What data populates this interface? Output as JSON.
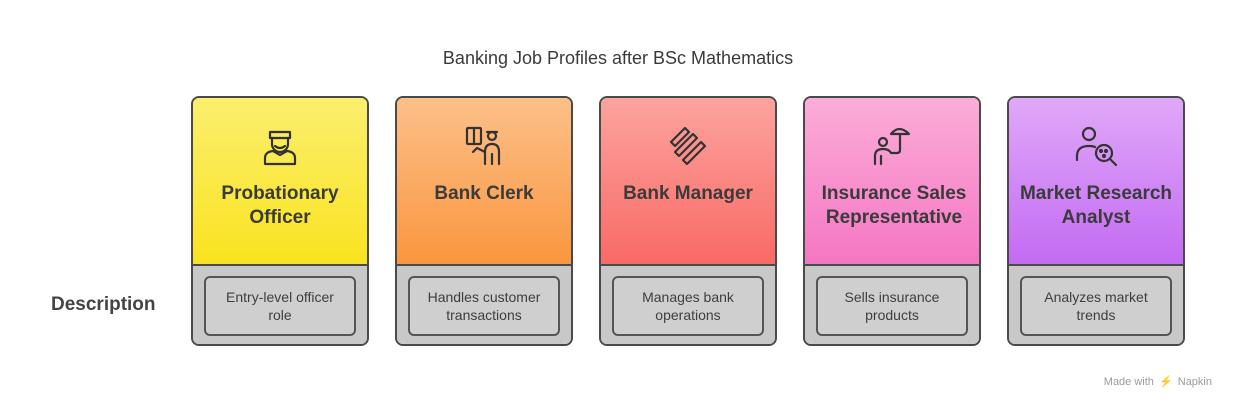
{
  "title": "Banking Job Profiles after BSc Mathematics",
  "row_label": "Description",
  "cards": [
    {
      "title": "Probationary Officer",
      "description": "Entry-level officer role",
      "icon": "officer-icon",
      "color_top": "#fbef6e",
      "color_bottom": "#f9e31f"
    },
    {
      "title": "Bank Clerk",
      "description": "Handles customer transactions",
      "icon": "clerk-icon",
      "color_top": "#fcc089",
      "color_bottom": "#fa963f"
    },
    {
      "title": "Bank Manager",
      "description": "Manages bank operations",
      "icon": "manager-icon",
      "color_top": "#fca39d",
      "color_bottom": "#f96a66"
    },
    {
      "title": "Insurance Sales Representative",
      "description": "Sells insurance products",
      "icon": "insurance-umbrella-icon",
      "color_top": "#fbadd8",
      "color_bottom": "#f576c3"
    },
    {
      "title": "Market Research Analyst",
      "description": "Analyzes market trends",
      "icon": "analyst-icon",
      "color_top": "#e0a8f8",
      "color_bottom": "#c36bf2"
    }
  ],
  "footer": {
    "made_with": "Made with",
    "brand": "Napkin"
  }
}
